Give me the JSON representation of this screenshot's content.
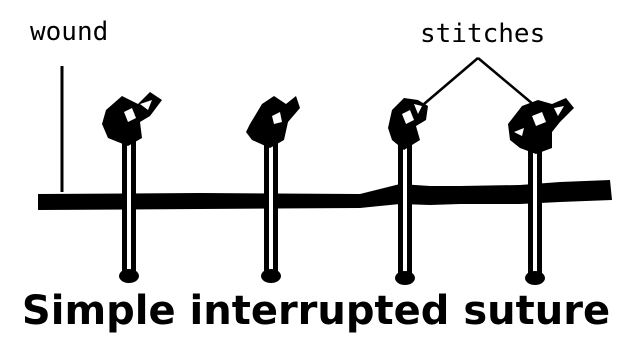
{
  "labels": {
    "wound": "wound",
    "stitches": "stitches"
  },
  "caption": "Simple interrupted suture"
}
